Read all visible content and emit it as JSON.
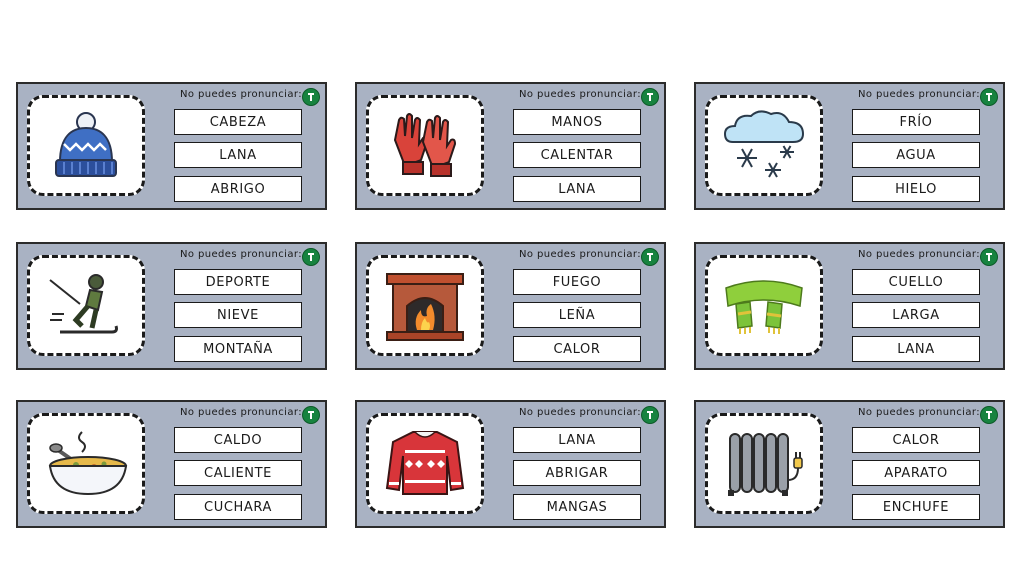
{
  "header_label": "No puedes pronunciar:",
  "cards": [
    {
      "icon": "wool-hat-icon",
      "words": [
        "CABEZA",
        "LANA",
        "ABRIGO"
      ]
    },
    {
      "icon": "gloves-icon",
      "words": [
        "MANOS",
        "CALENTAR",
        "LANA"
      ]
    },
    {
      "icon": "snow-cloud-icon",
      "words": [
        "FRÍO",
        "AGUA",
        "HIELO"
      ]
    },
    {
      "icon": "skier-icon",
      "words": [
        "DEPORTE",
        "NIEVE",
        "MONTAÑA"
      ]
    },
    {
      "icon": "fireplace-icon",
      "words": [
        "FUEGO",
        "LEÑA",
        "CALOR"
      ]
    },
    {
      "icon": "scarf-icon",
      "words": [
        "CUELLO",
        "LARGA",
        "LANA"
      ]
    },
    {
      "icon": "soup-bowl-icon",
      "words": [
        "CALDO",
        "CALIENTE",
        "CUCHARA"
      ]
    },
    {
      "icon": "sweater-icon",
      "words": [
        "LANA",
        "ABRIGAR",
        "MANGAS"
      ]
    },
    {
      "icon": "radiator-icon",
      "words": [
        "CALOR",
        "APARATO",
        "ENCHUFE"
      ]
    }
  ],
  "colors": {
    "card_background": "#a9b2c3",
    "badge_green": "#17833f"
  }
}
